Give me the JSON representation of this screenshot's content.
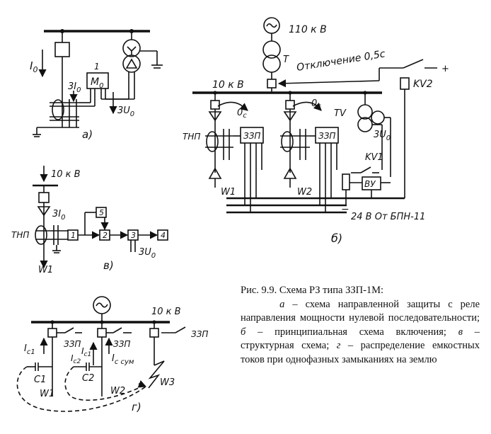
{
  "sub_a": {
    "label": "a)",
    "io": "I",
    "io_sub": "0",
    "three_io": "3I",
    "three_io_sub": "0",
    "relay_num": "1",
    "relay_label": "M",
    "relay_sub": "0",
    "three_uo": "3U",
    "three_uo_sub": "0"
  },
  "sub_b": {
    "label": "б)",
    "voltage_110": "110 к В",
    "t_label": "T",
    "otkl_label": "Отключение 0,5с",
    "kv2_label": "KV2",
    "plus_label": "+",
    "voltage_10": "10 к В",
    "oc1": "0",
    "oc1_sub": "c",
    "oc2": "0",
    "oc2_sub": "c",
    "tv_label": "TV",
    "three_uo": "3U",
    "three_uo_sub": "0",
    "tnp_label": "ТНП",
    "zzp1_label": "ЗЗП",
    "zzp2_label": "ЗЗП",
    "w1_label": "W1",
    "w2_label": "W2",
    "kv1_label": "KV1",
    "vu_label": "ВУ",
    "minus_label": "−",
    "supply_label": "24 В  От  БПН-11"
  },
  "sub_v": {
    "label": "в)",
    "voltage_10": "10 к В",
    "three_io": "3I",
    "three_io_sub": "0",
    "tnp_label": "ТНП",
    "w1_label": "W1",
    "block_1": "1",
    "block_2": "2",
    "block_3": "3",
    "block_4": "4",
    "block_5": "5",
    "three_uo": "3U",
    "three_uo_sub": "0"
  },
  "sub_g": {
    "label": "г)",
    "voltage_10": "10 к В",
    "zzp_1": "ЗЗП",
    "zzp_2": "ЗЗП",
    "zzp_3": "ЗЗП",
    "ic1": "I",
    "ic1_sub": "c1",
    "ic1b": "I",
    "ic1b_sub": "c1",
    "ic2": "I",
    "ic2_sub": "c2",
    "icsum": "I",
    "icsum_sub": "c сум",
    "c1_label": "C1",
    "c2_label": "C2",
    "w1_label": "W1",
    "w2_label": "W2",
    "w3_label": "W3"
  },
  "caption": {
    "title": "Рис. 9.9. Схема РЗ типа ЗЗП-1М:",
    "item_a_letter": "а",
    "item_a_text": " – схема направленной защиты с реле направления мощности нулевой последовательности; ",
    "item_b_letter": "б",
    "item_b_text": " – принципиальная схема включения; ",
    "item_v_letter": "в",
    "item_v_text": " – структурная схема; ",
    "item_g_letter": "г",
    "item_g_text": " – распределение емкостных токов при однофазных замыканиях на землю"
  }
}
